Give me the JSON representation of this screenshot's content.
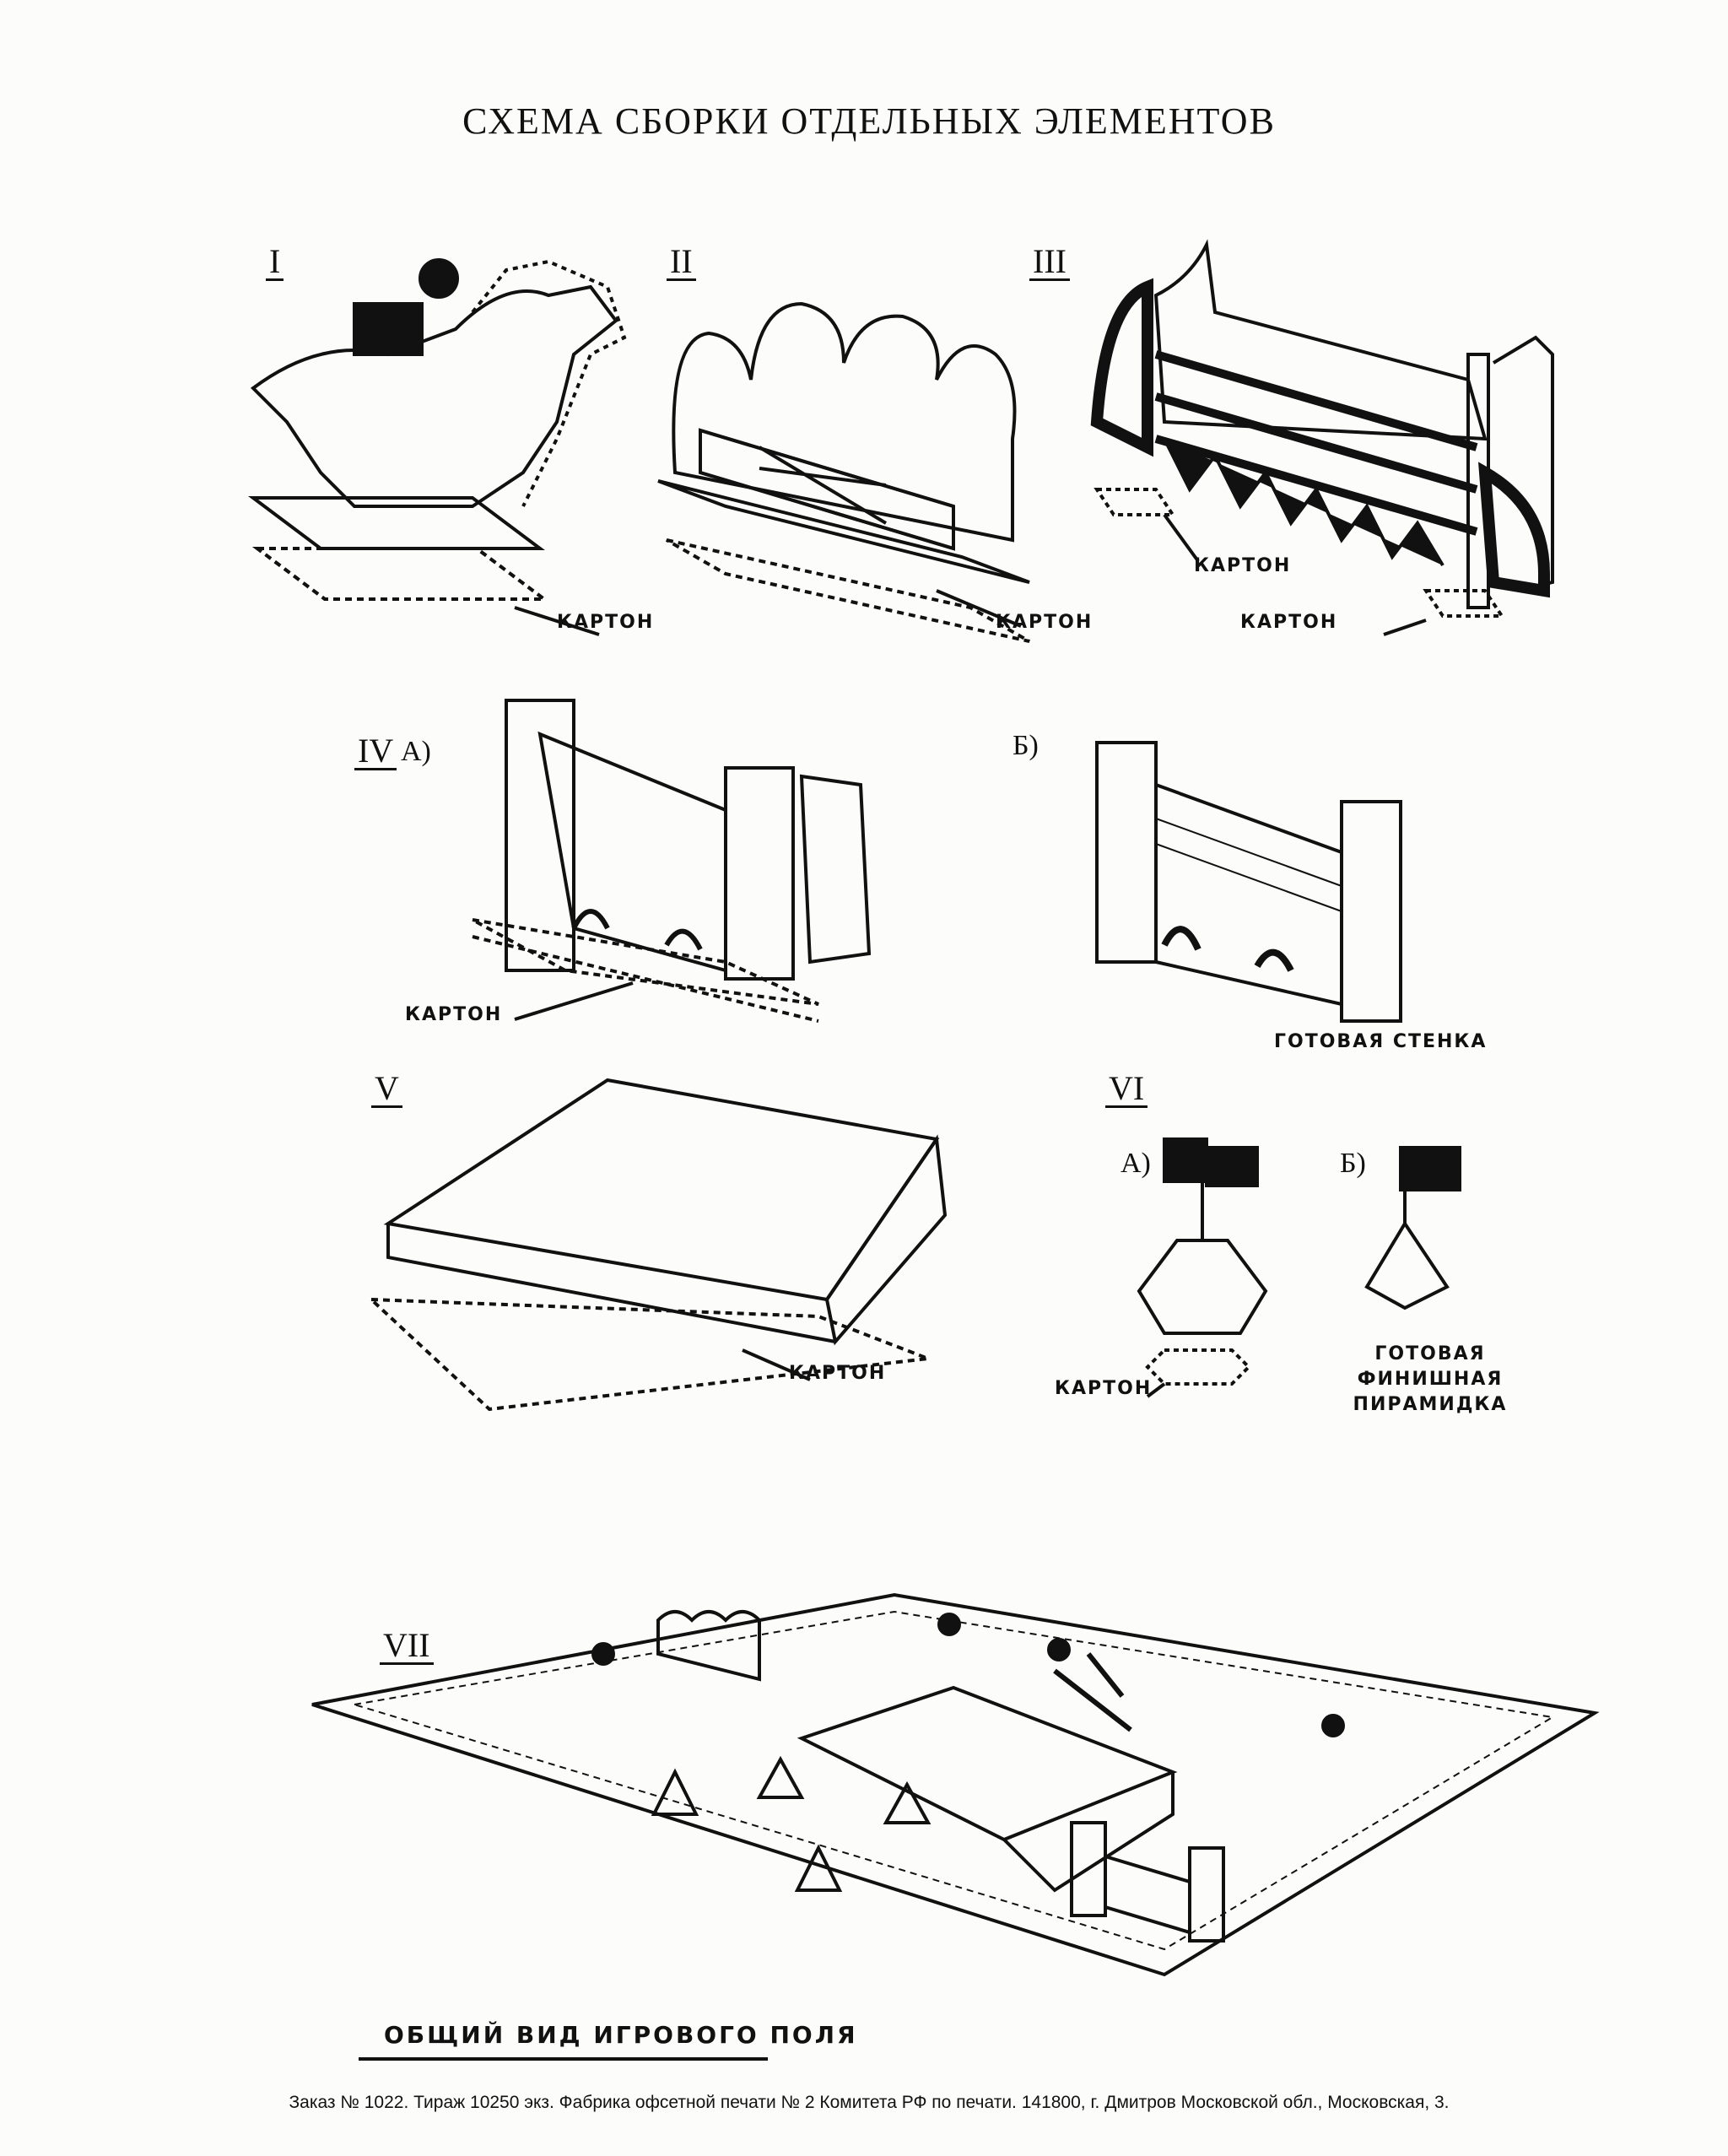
{
  "title": "СХЕМА СБОРКИ ОТДЕЛЬНЫХ ЭЛЕМЕНТОВ",
  "sections": {
    "s1": {
      "number": "I",
      "label": "КАРТОН"
    },
    "s2": {
      "number": "II",
      "label": "КАРТОН"
    },
    "s3": {
      "number": "III",
      "label_upper": "КАРТОН",
      "label_lower": "КАРТОН"
    },
    "s4": {
      "number": "IV",
      "part_a": "А)",
      "part_b": "Б)",
      "label": "КАРТОН",
      "caption": "ГОТОВАЯ СТЕНКА"
    },
    "s5": {
      "number": "V",
      "label": "КАРТОН"
    },
    "s6": {
      "number": "VI",
      "part_a": "А)",
      "part_b": "Б)",
      "label": "КАРТОН",
      "caption_line1": "ГОТОВАЯ ФИНИШНАЯ",
      "caption_line2": "ПИРАМИДКА"
    },
    "s7": {
      "number": "VII",
      "caption": "ОБЩИЙ ВИД ИГРОВОГО ПОЛЯ"
    }
  },
  "footer": "Заказ № 1022. Тираж 10250 экз. Фабрика офсетной печати № 2 Комитета РФ по печати. 141800, г. Дмитров Московской обл., Московская, 3."
}
